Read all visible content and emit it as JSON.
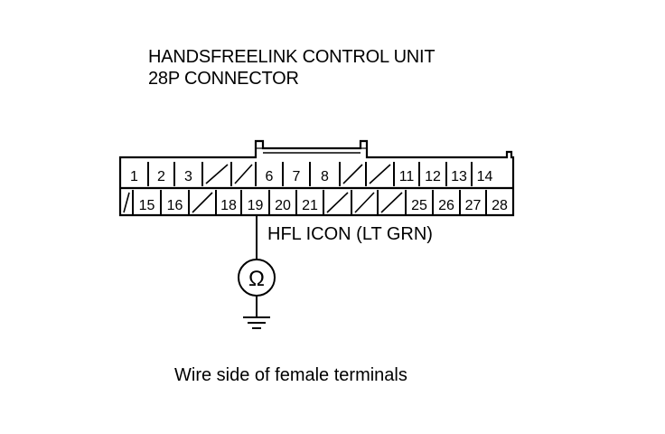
{
  "title": {
    "line1": "HANDSFREELINK CONTROL UNIT",
    "line2": "28P CONNECTOR"
  },
  "connector": {
    "top_row": [
      "1",
      "2",
      "3",
      "",
      "",
      "6",
      "7",
      "8",
      "",
      "",
      "11",
      "12",
      "13",
      "14"
    ],
    "bottom_row": [
      "",
      "15",
      "16",
      "",
      "18",
      "19",
      "20",
      "21",
      "",
      "",
      "",
      "25",
      "26",
      "27",
      "28"
    ]
  },
  "wire": {
    "terminal": "19",
    "label": "HFL ICON (LT GRN)"
  },
  "meter": {
    "symbol": "Ω",
    "icon": "ohmmeter-icon",
    "ground_icon": "ground-icon"
  },
  "note": "Wire side of female terminals"
}
